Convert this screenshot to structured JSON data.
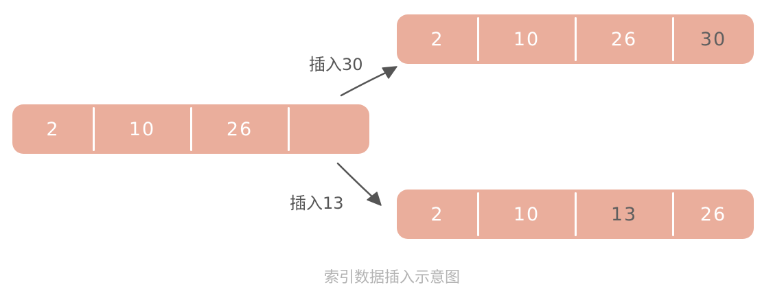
{
  "base_array": {
    "cells": [
      "2",
      "10",
      "26",
      ""
    ]
  },
  "top_array": {
    "cells": [
      "2",
      "10",
      "26",
      "30"
    ]
  },
  "bottom_array": {
    "cells": [
      "2",
      "10",
      "13",
      "26"
    ]
  },
  "labels": {
    "insert_30": "插入30",
    "insert_13": "插入13"
  },
  "caption": "索引数据插入示意图",
  "colors": {
    "cell_fill": "#eaae9c",
    "divider": "#ffffff",
    "arrow": "#555555",
    "caption": "#b3b3b3"
  }
}
